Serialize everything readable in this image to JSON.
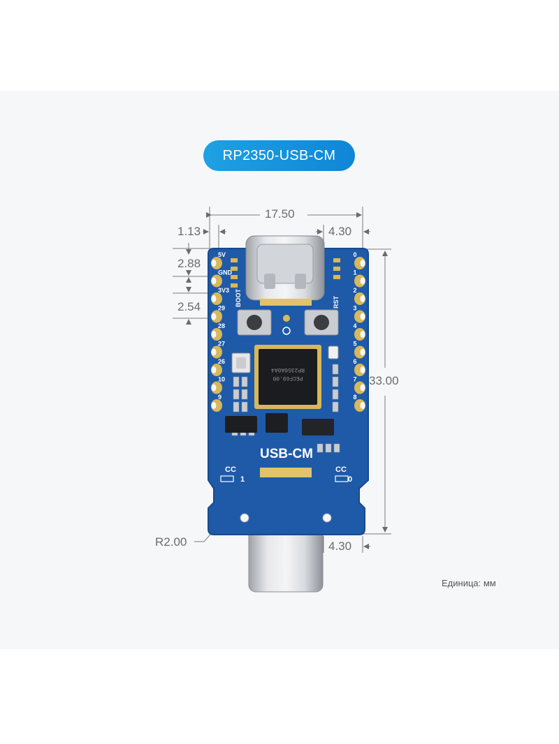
{
  "title": "RP2350-USB-CM",
  "dimensions": {
    "width_top": "17.50",
    "left_offset": "1.13",
    "right_offset": "4.30",
    "pin_spacing_a": "2.88",
    "pin_spacing_b": "2.54",
    "height": "33.00",
    "corner_radius": "R2.00",
    "bottom_offset": "4.30"
  },
  "unit_note": "Единица: мм",
  "board": {
    "label": "USB-CM",
    "left_pins": [
      "5V",
      "GND",
      "3V3",
      "29",
      "28",
      "27",
      "26",
      "10",
      "9"
    ],
    "right_pins": [
      "0",
      "1",
      "2",
      "3",
      "4",
      "5",
      "6",
      "7",
      "8"
    ],
    "boot_label": "BOOT",
    "rst_label": "RST",
    "cc_left": "CC",
    "cc_left_num": "1",
    "cc_right": "CC",
    "cc_right_num": "0",
    "chip_line1": "RP2350A0A4",
    "chip_line2": "PECF69.00"
  },
  "colors": {
    "pcb": "#1e5aa8",
    "pcb_edge": "#174a8c",
    "pill": "#1794dc",
    "gold": "#d8b85a",
    "silver": "#c9ccd1"
  }
}
